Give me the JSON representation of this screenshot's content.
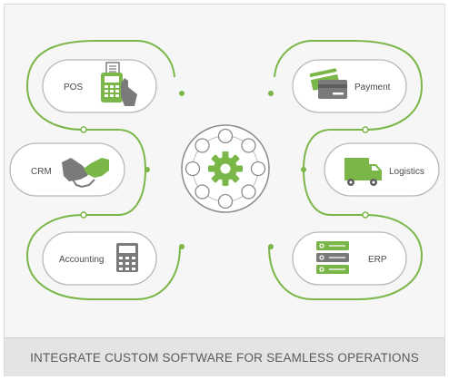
{
  "nodes": {
    "pos": "POS",
    "crm": "CRM",
    "accounting": "Accounting",
    "payment": "Payment",
    "logistics": "Logistics",
    "erp": "ERP"
  },
  "footer": {
    "caption": "INTEGRATE CUSTOM SOFTWARE FOR SEAMLESS OPERATIONS"
  },
  "icons": {
    "pos": "pos-terminal-icon",
    "crm": "handshake-icon",
    "accounting": "calculator-icon",
    "payment": "credit-cards-icon",
    "logistics": "delivery-truck-icon",
    "erp": "server-stack-icon",
    "hub": "gear-icon"
  },
  "colors": {
    "accent": "#7ab648",
    "outline": "#b8b8b8",
    "icon_dark": "#5e5e5e"
  }
}
